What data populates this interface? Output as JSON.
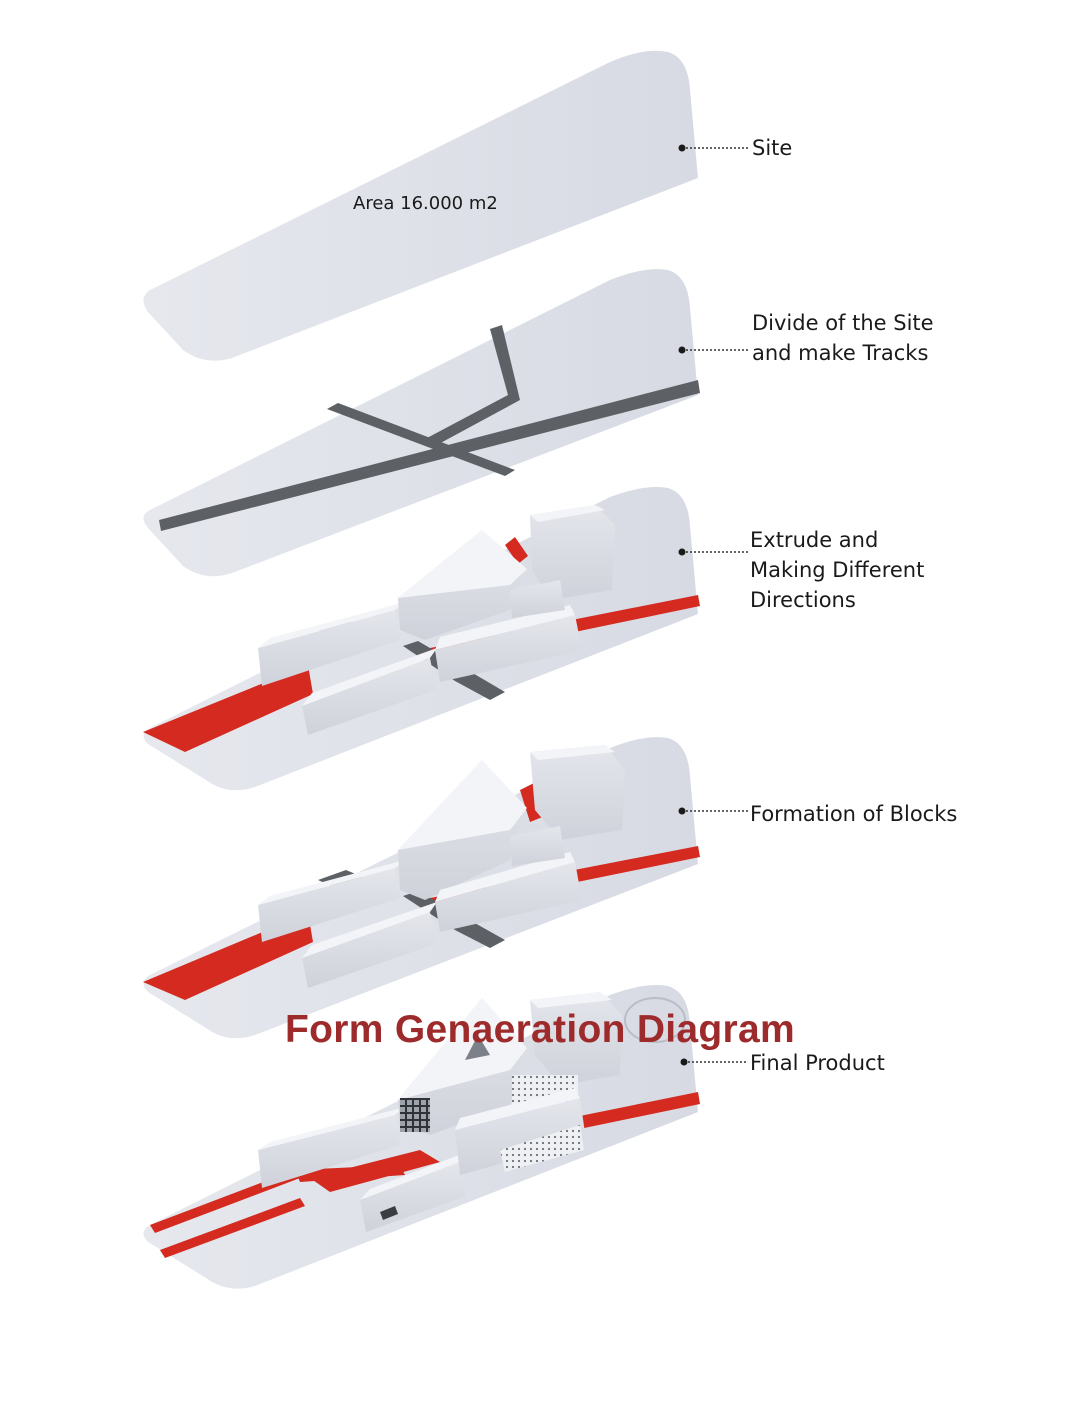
{
  "title": "Form Genaeration Diagram",
  "area_note": "Area 16.000 m2",
  "stages": [
    {
      "label_lines": [
        "Site"
      ]
    },
    {
      "label_lines": [
        "Divide of the Site",
        "and make Tracks"
      ]
    },
    {
      "label_lines": [
        "Extrude and",
        "Making Different",
        "Directions"
      ]
    },
    {
      "label_lines": [
        "Formation of Blocks"
      ]
    },
    {
      "label_lines": [
        "Final Product"
      ]
    }
  ],
  "colors": {
    "slab": "#dde0e8",
    "track": "#5d6065",
    "accent_red": "#d42a20",
    "block": "#f1f2f5",
    "title": "#9e2b2b"
  }
}
